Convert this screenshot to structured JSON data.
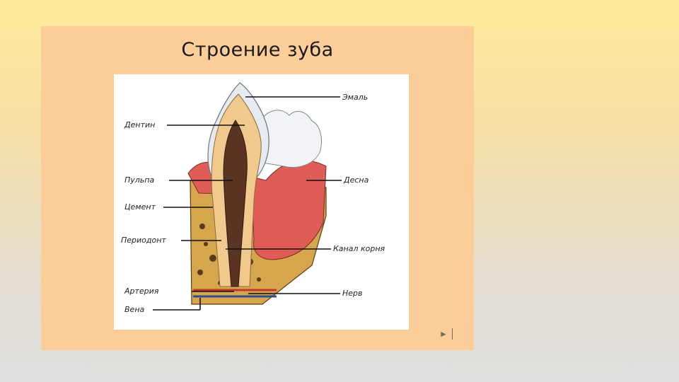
{
  "slide": {
    "title": "Строение зуба"
  },
  "diagram": {
    "labels": {
      "enamel": "Эмаль",
      "dentin": "Дентин",
      "pulp": "Пульпа",
      "cement": "Цемент",
      "periodont": "Периодонт",
      "artery": "Артерия",
      "vein": "Вена",
      "gum": "Десна",
      "root_canal": "Канал корня",
      "nerve": "Нерв"
    }
  },
  "navigation": {
    "next_icon": "play-next-icon"
  },
  "colors": {
    "slide_background": "#fccd98",
    "gum": "#e05c57",
    "bone": "#d8a64a",
    "enamel": "#e9ecf2",
    "dentin": "#f2c98c",
    "pulp": "#5a3322"
  }
}
